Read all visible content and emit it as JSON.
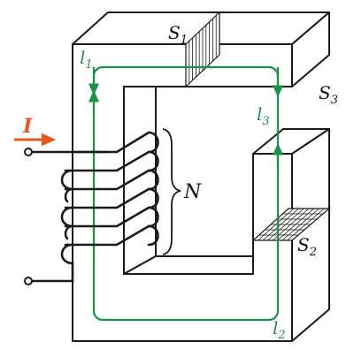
{
  "colors": {
    "core_stroke": "#1a1a1a",
    "flux_path": "#1f8f4a",
    "current_arrow": "#e8551e",
    "text_dark": "#111111"
  },
  "labels": {
    "current": "I",
    "turns": "N",
    "area1": "S",
    "area1_sub": "1",
    "area2": "S",
    "area2_sub": "2",
    "area3": "S",
    "area3_sub": "3",
    "path1": "l",
    "path1_sub": "1",
    "path2": "l",
    "path2_sub": "2",
    "path3": "l",
    "path3_sub": "3"
  }
}
